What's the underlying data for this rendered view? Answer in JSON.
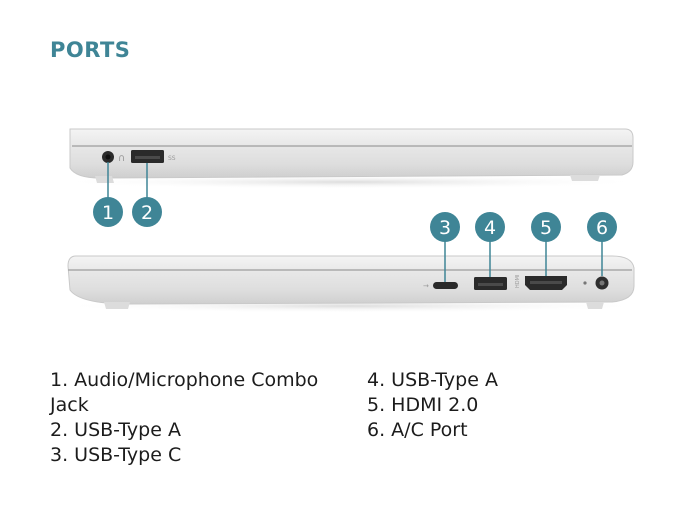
{
  "header": {
    "title": "PORTS"
  },
  "callouts": [
    "1",
    "2",
    "3",
    "4",
    "5",
    "6"
  ],
  "port_labels": {
    "usb_a_small": "SS",
    "hdmi_small": "HDMI"
  },
  "legend": {
    "left": [
      "1. Audio/Microphone Combo Jack",
      "2. USB-Type A",
      "3. USB-Type C"
    ],
    "right": [
      "4. USB-Type A",
      "5. HDMI 2.0",
      "6. A/C Port"
    ]
  },
  "colors": {
    "accent": "#3f8596",
    "callout": "#3f8596",
    "body": "#e4e4e4"
  }
}
